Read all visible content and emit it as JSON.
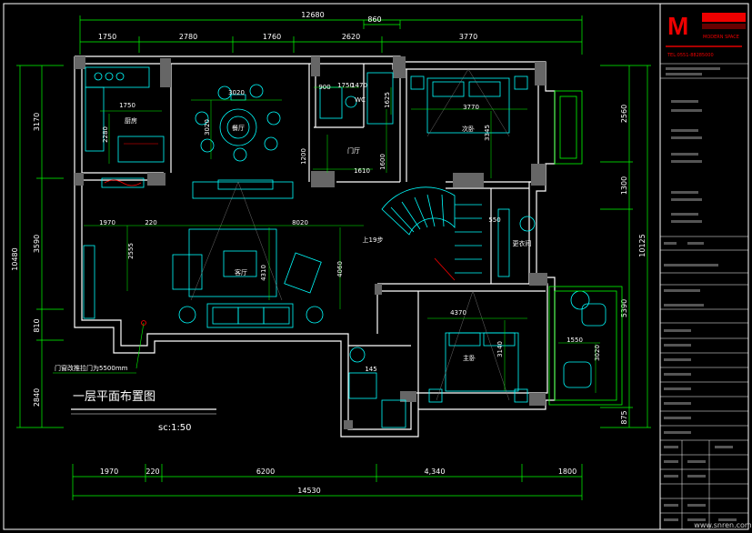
{
  "top_dims": {
    "total": "12680",
    "segs": [
      "1750",
      "2780",
      "1760",
      "2620",
      "3770"
    ],
    "extra": "860"
  },
  "bottom_dims": {
    "total": "14530",
    "segs": [
      "1970",
      "220",
      "6200",
      "4,340",
      "1800"
    ]
  },
  "left_dims": {
    "total": "10480",
    "segs": [
      "3170",
      "3590",
      "810",
      "2840"
    ]
  },
  "right_dims": {
    "total": "10125",
    "segs": [
      "2560",
      "1300",
      "5390",
      "875"
    ]
  },
  "inner_dims": [
    "1750",
    "2280",
    "3020",
    "3020",
    "900",
    "1470",
    "1625",
    "1200",
    "1610",
    "1600",
    "3770",
    "3345",
    "1970",
    "220",
    "8020",
    "2555",
    "4310",
    "4060",
    "550",
    "4370",
    "3140",
    "1550",
    "3020",
    "145",
    "1750"
  ],
  "rooms": {
    "kitchen": "厨房",
    "dining": "餐厅",
    "bedroom2": "次卧",
    "wc": "WC",
    "hall": "门厅",
    "living": "客厅",
    "stair": "上19步",
    "closet": "更衣间",
    "master": "主卧"
  },
  "notes": {
    "glass_wall": "门窗改推拉门为5500mm"
  },
  "plan_title": "一层平面布置图",
  "plan_scale": "sc:1:50",
  "logo": {
    "mark": "M",
    "brand": "MODERN SPACE",
    "tel": "TEL:0551-88285000"
  },
  "watermark": "www.snren.com",
  "colors": {
    "wall": "#ffffff",
    "dim": "#00ff00",
    "furniture": "#00ffff",
    "accent": "#ff0000",
    "hatch": "#777777"
  }
}
